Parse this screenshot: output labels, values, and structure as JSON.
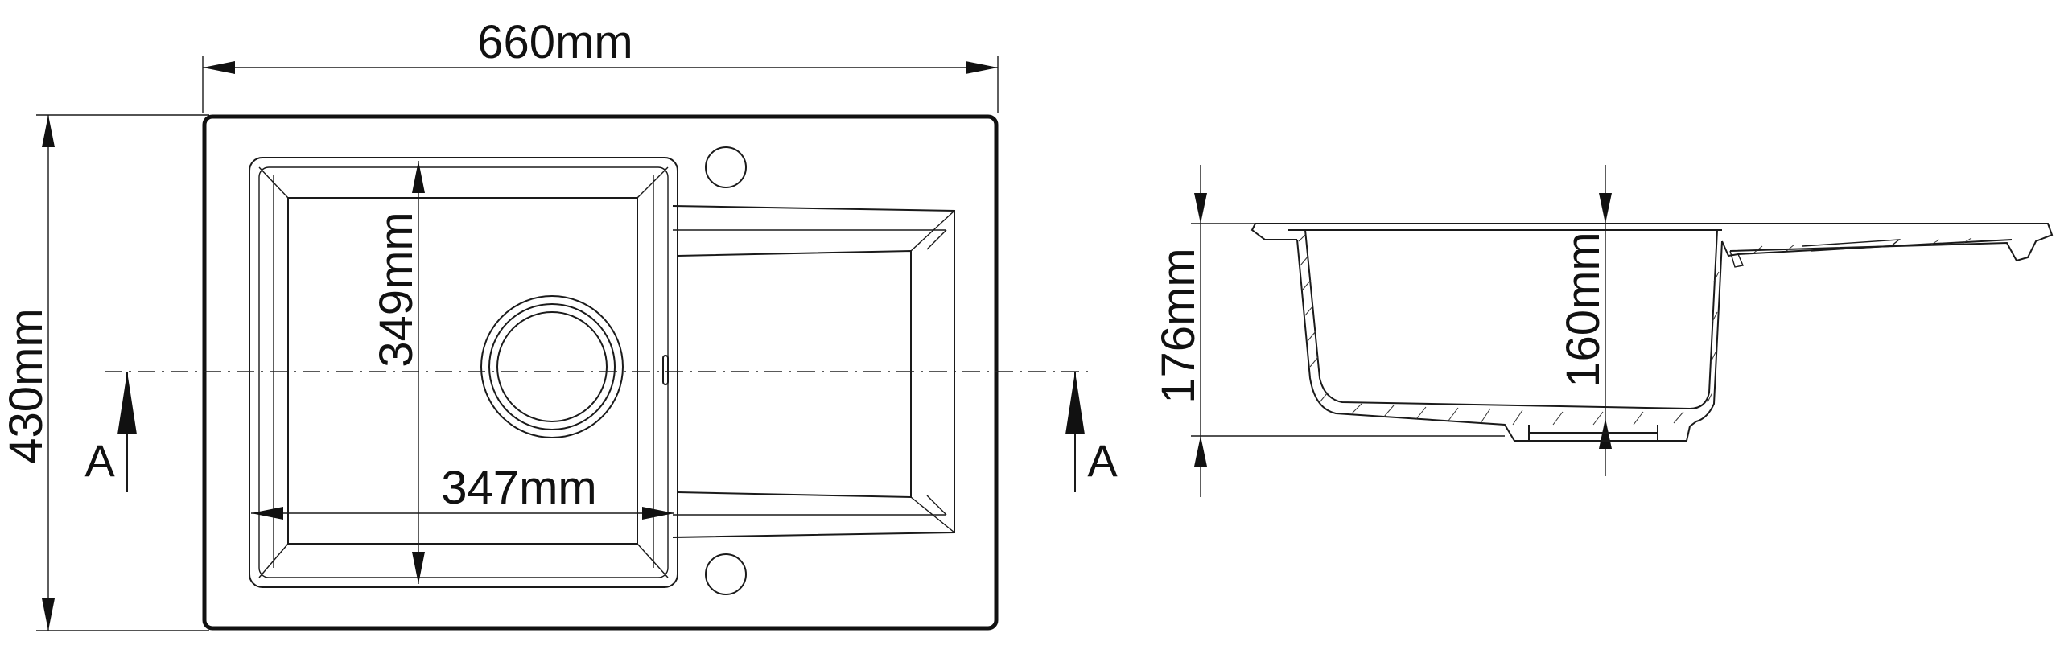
{
  "top_view": {
    "dim_width": "660mm",
    "dim_height": "430mm",
    "dim_bowl_depth_length": "349mm",
    "dim_bowl_width": "347mm",
    "section_mark_left": "A",
    "section_mark_right": "A"
  },
  "section_view": {
    "dim_total_height": "176mm",
    "dim_bowl_depth": "160mm"
  }
}
